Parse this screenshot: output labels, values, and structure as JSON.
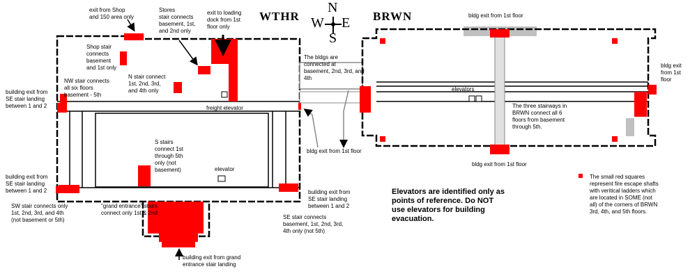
{
  "buildings": {
    "west": "WTHR",
    "east": "BRWN"
  },
  "compass": {
    "north": "N",
    "west": "W",
    "east": "E",
    "south": "S"
  },
  "labels": {
    "exit_shop": "exit from Shop\nand 150 area only",
    "stores_stair": "Stores\nstair connects\nbasement, 1st,\nand 2nd only",
    "exit_loading": "exit to loading\ndock from 1st\nfloor only",
    "shop_stair": "Shop stair\nconnects\nbasement\nand 1st only",
    "n_stair": "N stair connect\n1st, 2nd, 3rd,\nand 4th only",
    "nw_stair": "NW stair connects\nall six floors\nbasement - 5th",
    "bldg_exit_se_upper": "building exit from\nSE stair landing\nbetween 1 and 2",
    "connected": "The bldgs are\nconnected at\nbasement, 2nd, 3rd, and\n4th",
    "freight_elevator": "freight elevator",
    "elevators": "elevators",
    "brwn_stairways": "The three stairways in\nBRWN connect all 6\nfloors from basement\nthrough 5th.",
    "bldg_exit_1st_top": "bldg exit from 1st floor",
    "bldg_exit_1st_right": "bldg exit\nfrom 1st\nfloor",
    "bldg_exit_1st_mid": "bldg exit from 1st floor",
    "bldg_exit_1st_bottom": "bldg exit from 1st floor",
    "s_stairs": "S stairs\nconnect 1st\nthrough 5th\nonly (not\nbasement)",
    "elevator": "elevator",
    "bldg_exit_sw_left": "building exit from\nSE stair landing\nbetween 1 and 2",
    "sw_stair": "SW stair connects only\n1st, 2nd, 3rd, and 4th\n(not basement or 5th)",
    "grand_entrance": "\"grand entrance\" stairs\nconnect only 1st & 2nd",
    "bldg_exit_se_right": "building exit from\nSE stair landing\nbetween 1 and 2",
    "se_stair": "SE stair connects\nbasement, 1st, 2nd, 3rd,\n4th only (not 5th)",
    "bldg_exit_grand": "building exit from grand\nentrance stair landing",
    "elevators_note": "Elevators are identified only as\npoints of reference.  Do NOT\nuse elevators for building\nevacuation.",
    "legend": "The small red squares\nrepresent fire escape shafts\nwith veritical ladders which\nare located in SOME (not\nall) of the corners of BRWN\n3rd, 4th, and 5th floors."
  },
  "colors": {
    "stair": "#ff0000",
    "wall": "#000000",
    "hall": "#c0c0c0",
    "arrow": "#808080"
  }
}
